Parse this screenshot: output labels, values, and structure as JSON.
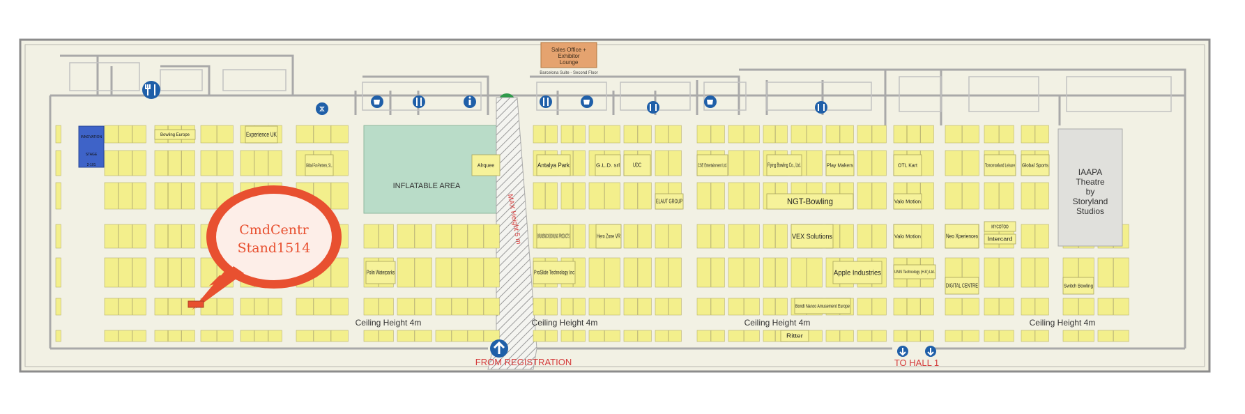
{
  "sales_office": {
    "line1": "Sales Office +",
    "line2": "Exhibitor",
    "line3": "Lounge",
    "sub": "Barcelona Suite - Second Floor"
  },
  "stage": {
    "name1": "INNOVATION",
    "name2": "STAGE",
    "num": "2-101"
  },
  "inflatable_area": "INFLATABLE AREA",
  "max_height": "MAX Height 5 m",
  "ceiling_labels": [
    "Ceiling Height 4m",
    "Ceiling Height 4m",
    "Ceiling Height 4m",
    "Ceiling Height 4m"
  ],
  "entrance": {
    "registration": "FROM REGISTRATION",
    "hall": "TO HALL 1"
  },
  "theatre": {
    "l1": "IAAPA",
    "l2": "Theatre",
    "l3": "by",
    "l4": "Storyland",
    "l5": "Studios"
  },
  "callout": {
    "line1": "CmdCentr",
    "line2": "Stand1514"
  },
  "booths": {
    "experience_uk": "Experience UK",
    "bowling_europe": "Bowling Europe",
    "global_fun": "Global Fun Partners, S.L.",
    "antalya_park": "Antalya Park",
    "gld": "G.L.D. srl",
    "udc": "UDC",
    "cse": "CSE Entertainment Ltd.",
    "flying_bowling": "Flying Bowling Co., Ltd.",
    "play_makers": "Play Makers",
    "otl_kart": "OTL Kart",
    "tomorrowland": "Tomorrowland Leisure",
    "global_sports": "Global Sports",
    "elaut": "ELAUT GROUP",
    "ngt_bowling": "NGT-Bowling",
    "valo_motion": "Valo Motion",
    "alrquee": "Alrquee",
    "brunswick": "BRUNSWICK BOWLING PRODUCTS",
    "hero_zone": "Hero Zone VR",
    "vex": "VEX Solutions",
    "valo_motion_2": "Valo Motion",
    "neo_xperiences": "Neo Xperiences",
    "mycotoo": "MYCOTOO",
    "intercard": "Intercard",
    "polin": "Polin Waterparks",
    "proslide": "ProSlide Technology Inc",
    "apple": "Apple Industries",
    "unis": "UNIS Technology (H.K) Ltd.",
    "digital_centre": "DIGITAL CENTRE",
    "switch_bowling": "Switch Bowling",
    "bondi": "Bondi Nanco Amusement Europe",
    "ritter": "Ritter"
  },
  "icon_names": [
    "restaurant-icon",
    "coffee-icon",
    "restroom-icon",
    "info-icon",
    "escalator-icon",
    "arrow-up-icon",
    "arrow-down-icon"
  ]
}
